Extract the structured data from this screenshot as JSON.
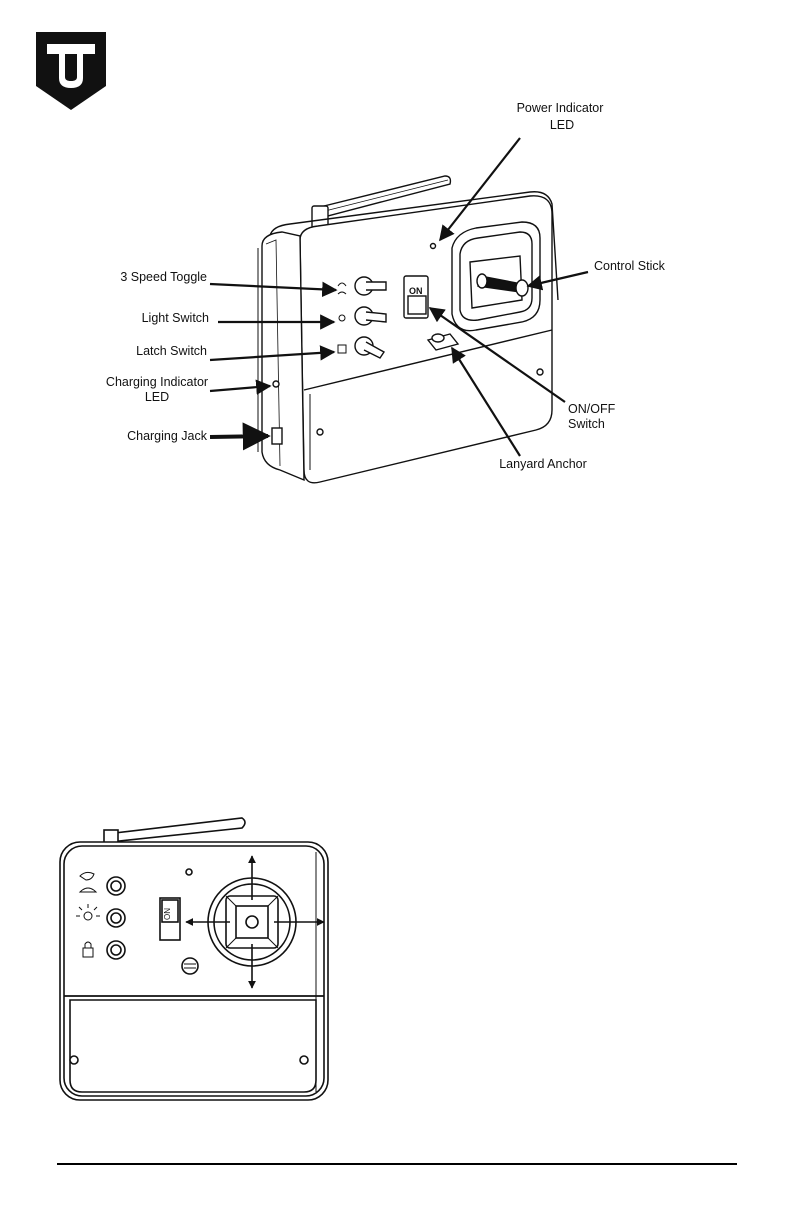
{
  "labels": {
    "power_indicator_line1": "Power Indicator",
    "power_indicator_line2": "LED",
    "speed_toggle": "3 Speed Toggle",
    "light_switch": "Light Switch",
    "latch_switch": "Latch Switch",
    "charging_indicator_line1": "Charging Indicator",
    "charging_indicator_line2": "LED",
    "charging_jack": "Charging Jack",
    "control_stick": "Control Stick",
    "onoff_line1": "ON/OFF",
    "onoff_line2": "Switch",
    "lanyard_anchor": "Lanyard Anchor"
  },
  "switch_text": {
    "iso_on": "ON",
    "front_on": "ON"
  },
  "icons": {
    "logo": "shield-logo-icon",
    "speed": "rabbit-turtle-icon",
    "light": "lightbulb-icon",
    "latch": "padlock-icon"
  },
  "colors": {
    "ink": "#111111",
    "logo": "#111111"
  }
}
